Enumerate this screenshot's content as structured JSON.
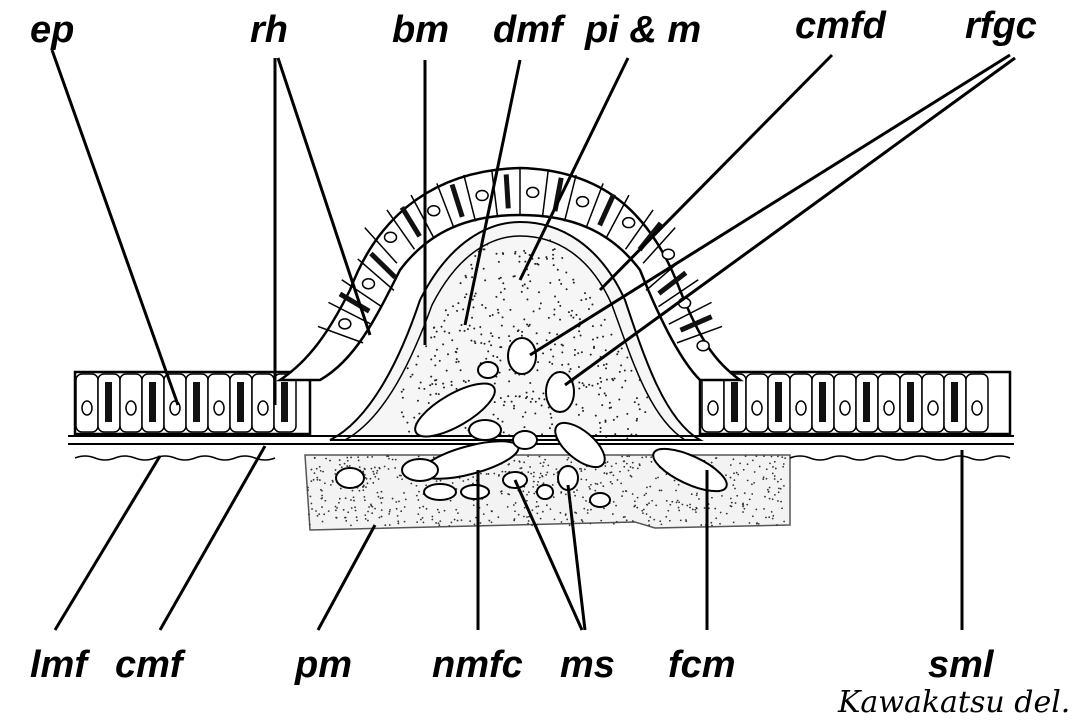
{
  "labels": {
    "ep": "ep",
    "rh": "rh",
    "bm": "bm",
    "dmf": "dmf",
    "pi_m": "pi & m",
    "cmfd": "cmfd",
    "rfgc": "rfgc",
    "lmf": "lmf",
    "cmf": "cmf",
    "pm": "pm",
    "nmfc": "nmfc",
    "ms": "ms",
    "fcm": "fcm",
    "sml": "sml"
  },
  "signature": "Kawakatsu del."
}
